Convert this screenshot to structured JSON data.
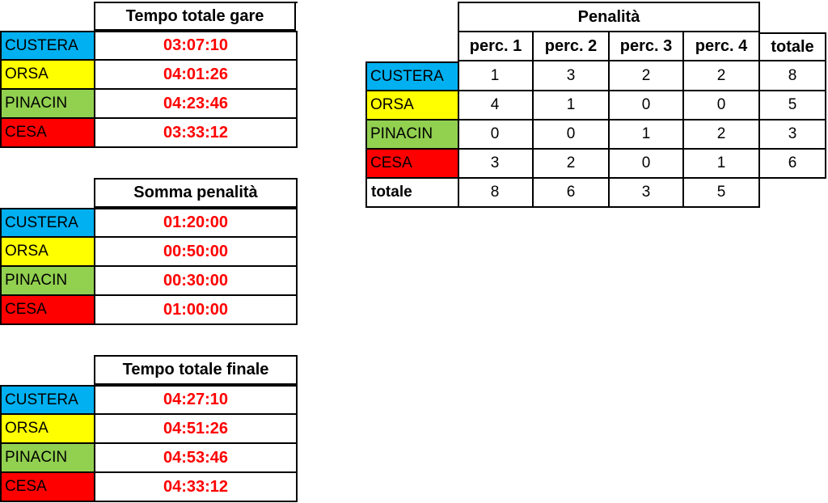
{
  "team_colors": {
    "CUSTERA": "#00b0f0",
    "ORSA": "#ffff00",
    "PINACIN": "#92d050",
    "CESA": "#ff0000"
  },
  "tables": [
    {
      "header": "Tempo totale gare",
      "rows": [
        {
          "team": "CUSTERA",
          "time": "03:07:10"
        },
        {
          "team": "ORSA",
          "time": "04:01:26"
        },
        {
          "team": "PINACIN",
          "time": "04:23:46"
        },
        {
          "team": "CESA",
          "time": "03:33:12"
        }
      ]
    },
    {
      "header": "Somma penalità",
      "rows": [
        {
          "team": "CUSTERA",
          "time": "01:20:00"
        },
        {
          "team": "ORSA",
          "time": "00:50:00"
        },
        {
          "team": "PINACIN",
          "time": "00:30:00"
        },
        {
          "team": "CESA",
          "time": "01:00:00"
        }
      ]
    },
    {
      "header": "Tempo totale finale",
      "rows": [
        {
          "team": "CUSTERA",
          "time": "04:27:10"
        },
        {
          "team": "ORSA",
          "time": "04:51:26"
        },
        {
          "team": "PINACIN",
          "time": "04:53:46"
        },
        {
          "team": "CESA",
          "time": "04:33:12"
        }
      ]
    }
  ],
  "penalty": {
    "title": "Penalità",
    "columns": [
      "perc. 1",
      "perc. 2",
      "perc. 3",
      "perc. 4",
      "totale"
    ],
    "rows": [
      {
        "team": "CUSTERA",
        "values": [
          "1",
          "3",
          "2",
          "2",
          "8"
        ]
      },
      {
        "team": "ORSA",
        "values": [
          "4",
          "1",
          "0",
          "0",
          "5"
        ]
      },
      {
        "team": "PINACIN",
        "values": [
          "0",
          "0",
          "1",
          "2",
          "3"
        ]
      },
      {
        "team": "CESA",
        "values": [
          "3",
          "2",
          "0",
          "1",
          "6"
        ]
      }
    ],
    "total_row": {
      "label": "totale",
      "values": [
        "8",
        "6",
        "3",
        "5"
      ]
    }
  }
}
